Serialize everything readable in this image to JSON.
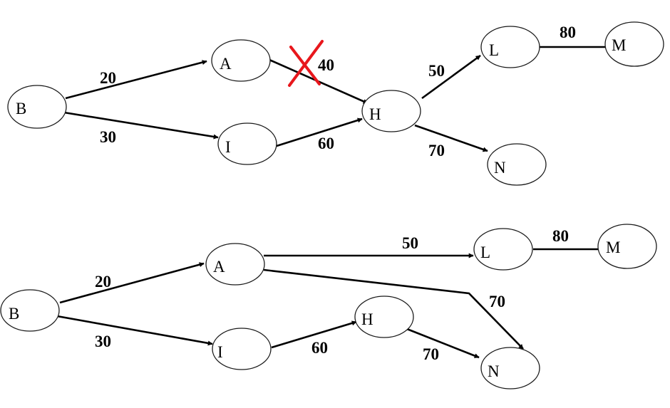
{
  "diagrams": [
    {
      "nodes": [
        {
          "id": "B",
          "label": "B"
        },
        {
          "id": "A",
          "label": "A"
        },
        {
          "id": "I",
          "label": "I"
        },
        {
          "id": "H",
          "label": "H"
        },
        {
          "id": "L",
          "label": "L"
        },
        {
          "id": "M",
          "label": "M"
        },
        {
          "id": "N",
          "label": "N"
        }
      ],
      "edges": [
        {
          "from": "B",
          "to": "A",
          "weight": "20"
        },
        {
          "from": "B",
          "to": "I",
          "weight": "30"
        },
        {
          "from": "A",
          "to": "H",
          "weight": "40",
          "crossed_out": true
        },
        {
          "from": "I",
          "to": "H",
          "weight": "60"
        },
        {
          "from": "H",
          "to": "L",
          "weight": "50"
        },
        {
          "from": "H",
          "to": "N",
          "weight": "70"
        },
        {
          "from": "L",
          "to": "M",
          "weight": "80"
        }
      ]
    },
    {
      "nodes": [
        {
          "id": "B",
          "label": "B"
        },
        {
          "id": "A",
          "label": "A"
        },
        {
          "id": "I",
          "label": "I"
        },
        {
          "id": "H",
          "label": "H"
        },
        {
          "id": "L",
          "label": "L"
        },
        {
          "id": "M",
          "label": "M"
        },
        {
          "id": "N",
          "label": "N"
        }
      ],
      "edges": [
        {
          "from": "B",
          "to": "A",
          "weight": "20"
        },
        {
          "from": "B",
          "to": "I",
          "weight": "30"
        },
        {
          "from": "A",
          "to": "L",
          "weight": "50"
        },
        {
          "from": "A",
          "to": "N",
          "weight": "70"
        },
        {
          "from": "I",
          "to": "H",
          "weight": "60"
        },
        {
          "from": "H",
          "to": "N",
          "weight": "70"
        },
        {
          "from": "L",
          "to": "M",
          "weight": "80"
        }
      ]
    }
  ],
  "colors": {
    "line": "#000000",
    "crossout": "#e8171c",
    "node_fill": "#ffffff"
  }
}
